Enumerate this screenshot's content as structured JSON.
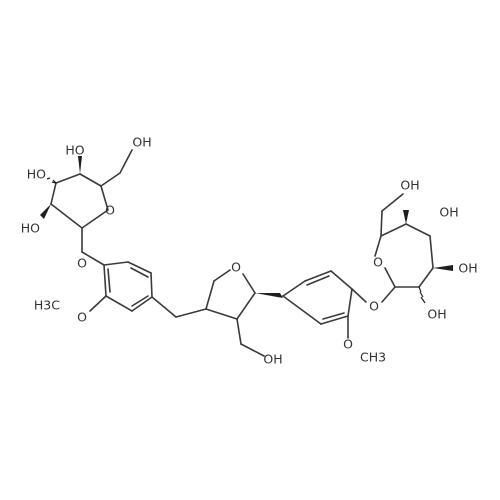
{
  "molecule": {
    "background": "#ffffff",
    "bond_color": "#3b3b3b",
    "label_color": "#333333",
    "atom_labels": {
      "left_glucose_oh_c4": "HO",
      "left_glucose_oh_c3": "HO",
      "left_glucose_oh_c2": "HO",
      "left_glucose_ch2oh": "OH",
      "left_glucose_ring_o": "O",
      "left_glycosidic_o": "O",
      "left_methoxy_o": "O",
      "left_methoxy_c": "H3C",
      "thf_ring_o": "O",
      "thf_ch2oh": "OH",
      "right_methoxy_o": "O",
      "right_methoxy_c": "CH3",
      "right_glycosidic_o": "O",
      "right_glucose_ring_o": "O",
      "right_glucose_ch2oh": "OH",
      "right_glucose_oh_c4": "OH",
      "right_glucose_oh_c3": "OH",
      "right_glucose_oh_c2": "OH"
    }
  }
}
